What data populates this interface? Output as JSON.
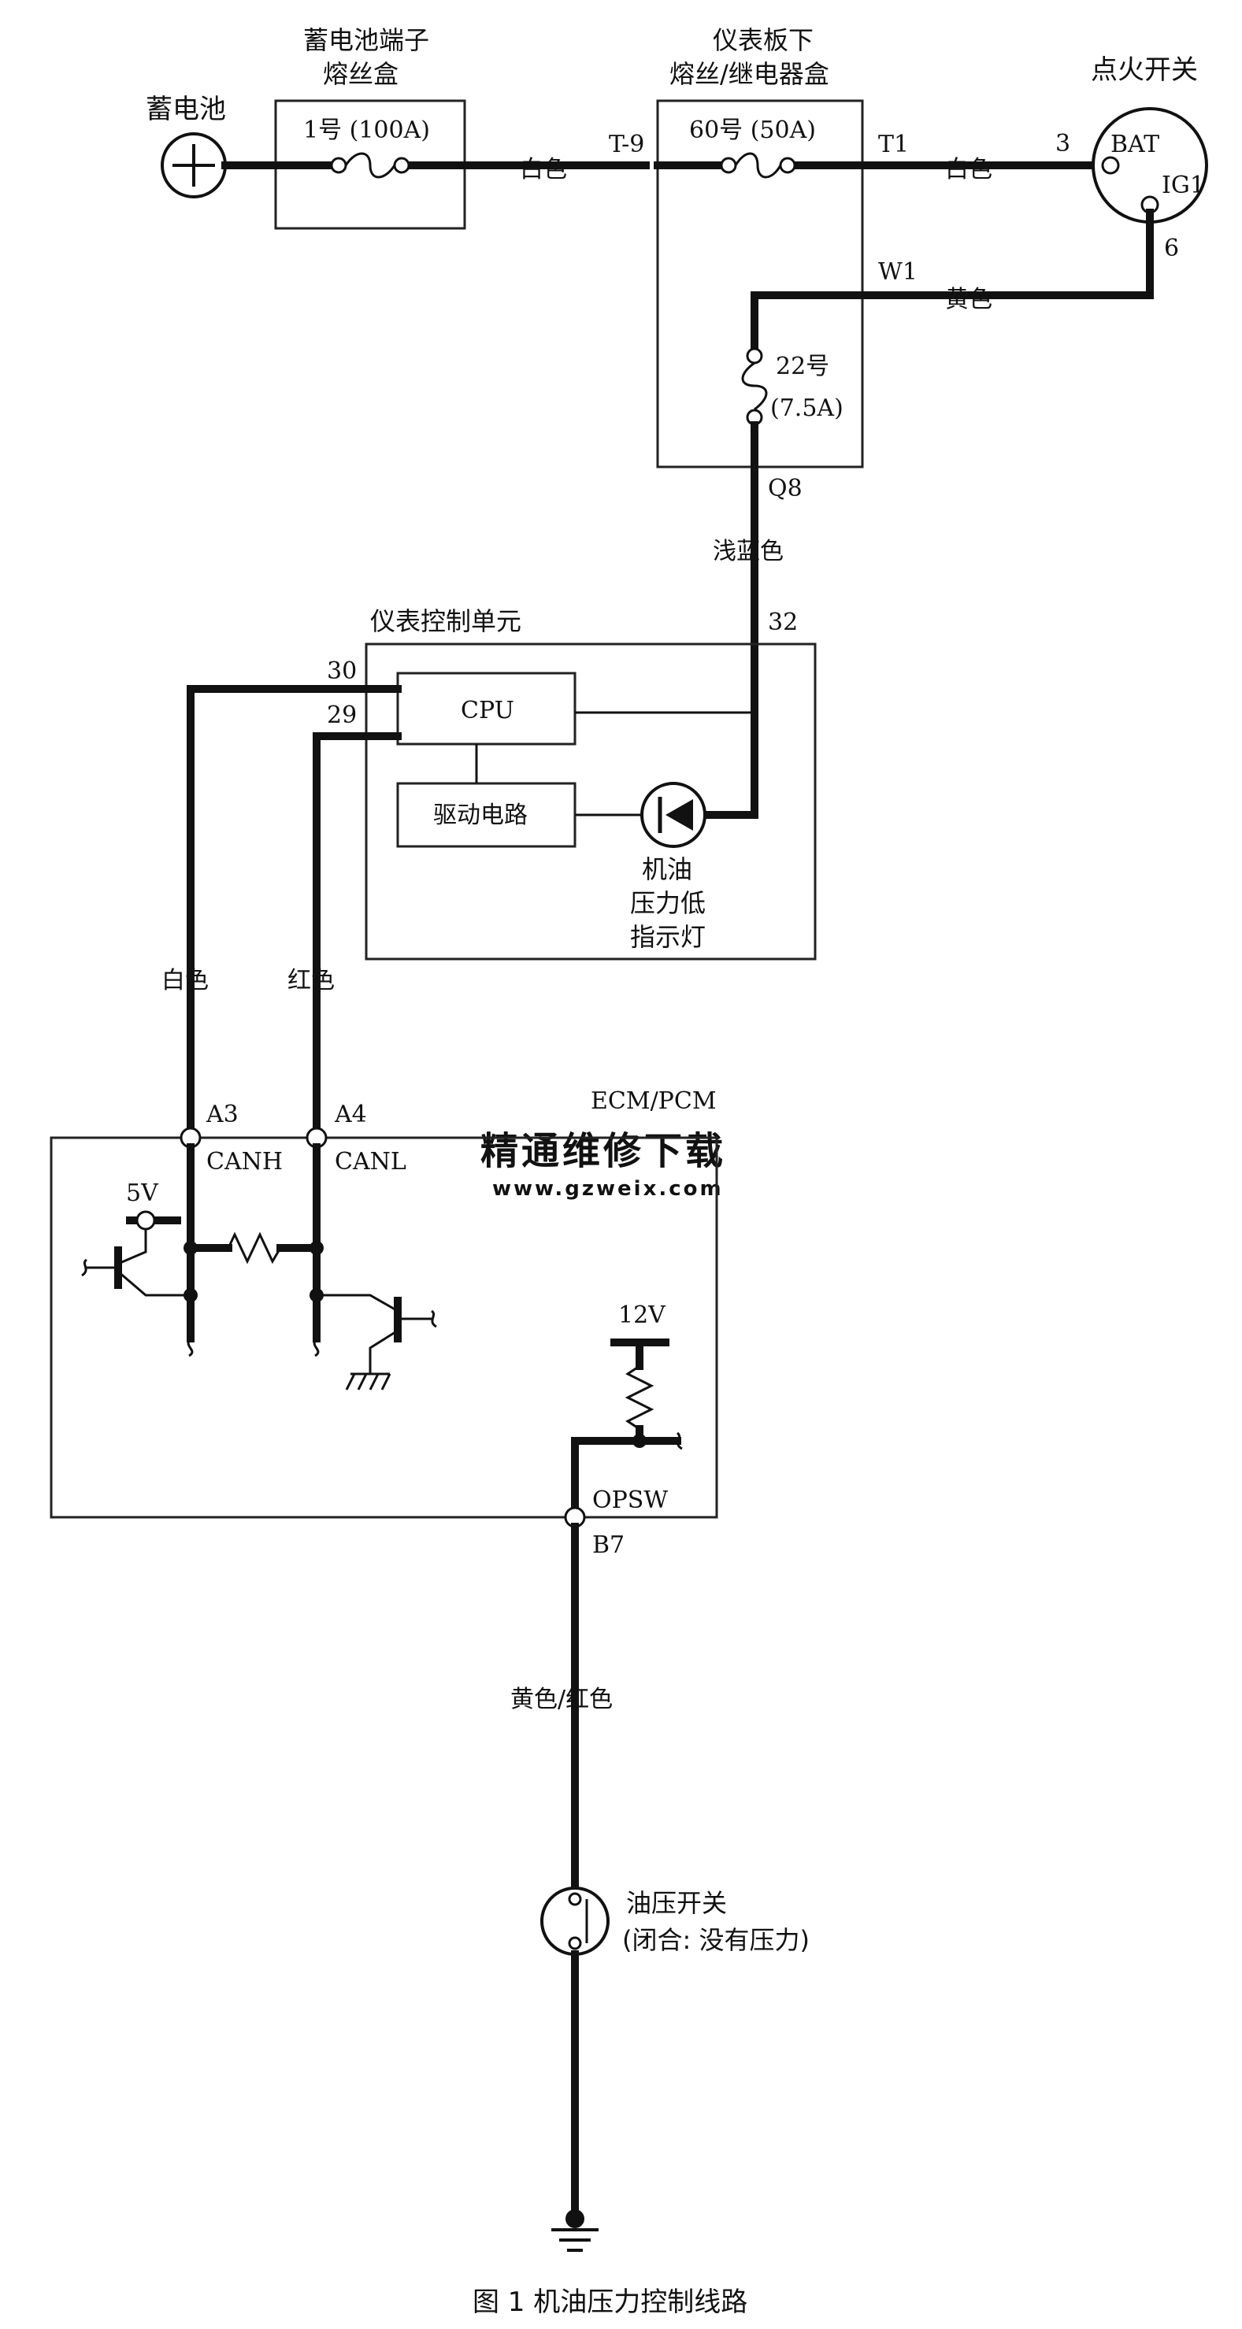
{
  "battery": {
    "label": "蓄电池"
  },
  "battery_fuse_box": {
    "title_line1": "蓄电池端子",
    "title_line2": "熔丝盒",
    "fuse": "1号 (100A)"
  },
  "dash_fuse_box": {
    "title_line1": "仪表板下",
    "title_line2": "熔丝/继电器盒",
    "fuse_main": "60号 (50A)",
    "fuse_small_num": "22号",
    "fuse_small_rating": "(7.5A)"
  },
  "ignition_switch": {
    "label": "点火开关",
    "pin_bat": "BAT",
    "pin_ig1": "IG1"
  },
  "terminals": {
    "t9": "T-9",
    "t1": "T1",
    "w1": "W1",
    "q8": "Q8",
    "pin3": "3",
    "pin6": "6",
    "pin32": "32",
    "pin30": "30",
    "pin29": "29"
  },
  "wire_colors": {
    "white1": "白色",
    "white2": "白色",
    "yellow": "黄色",
    "light_blue": "浅蓝色",
    "white_can": "白色",
    "red_can": "红色",
    "yellow_red": "黄色/红色"
  },
  "meter_unit": {
    "title": "仪表控制单元",
    "cpu": "CPU",
    "driver": "驱动电路",
    "lamp_line1": "机油",
    "lamp_line2": "压力低",
    "lamp_line3": "指示灯"
  },
  "ecm": {
    "title": "ECM/PCM",
    "pin_a3": "A3",
    "pin_a4": "A4",
    "canh": "CANH",
    "canl": "CANL",
    "v5": "5V",
    "v12": "12V",
    "opsw": "OPSW",
    "pin_b7": "B7"
  },
  "oil_switch": {
    "line1": "油压开关",
    "line2": "(闭合: 没有压力)"
  },
  "watermark": {
    "line1": "精通维修下载",
    "line2": "www.gzweix.com",
    "color": "#f4c4a8"
  },
  "caption": "图 1  机油压力控制线路"
}
